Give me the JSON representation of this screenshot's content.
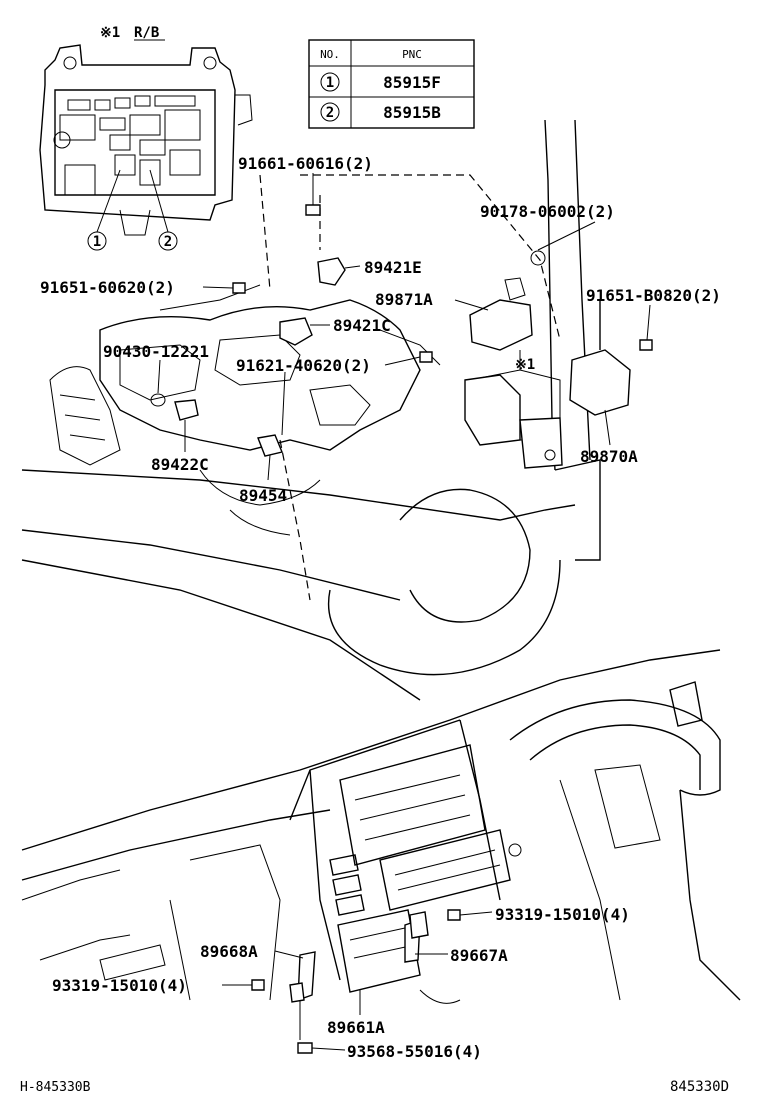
{
  "header": {
    "note_marker": "※1",
    "note_label": "R/B"
  },
  "table": {
    "col_no": "NO.",
    "col_pnc": "PNC",
    "rows": [
      {
        "no": "1",
        "pnc": "85915F"
      },
      {
        "no": "2",
        "pnc": "85915B"
      }
    ]
  },
  "callouts": {
    "c1": "1",
    "c2": "2",
    "star1": "※1"
  },
  "parts": {
    "p91661": "91661-60616(2)",
    "p90178": "90178-06002(2)",
    "p89421E": "89421E",
    "p91651a": "91651-60620(2)",
    "p89871A": "89871A",
    "p91651b": "91651-B0820(2)",
    "p89421C": "89421C",
    "p90430": "90430-12221",
    "p91621": "91621-40620(2)",
    "p89422C": "89422C",
    "p89870A": "89870A",
    "p89454": "89454",
    "p93319a": "93319-15010(4)",
    "p89668A": "89668A",
    "p89667A": "89667A",
    "p93319b": "93319-15010(4)",
    "p89661A": "89661A",
    "p93568": "93568-55016(4)"
  },
  "footer": {
    "left_code": "H-845330B",
    "right_code": "845330D"
  }
}
